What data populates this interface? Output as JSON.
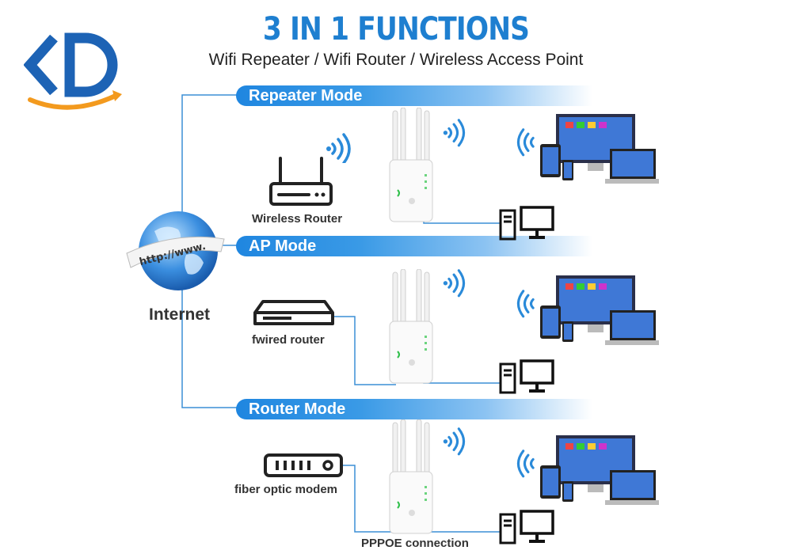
{
  "header": {
    "title": "3 IN 1 FUNCTIONS",
    "subtitle": "Wifi Repeater / Wifi Router / Wireless Access Point"
  },
  "globe": {
    "url_text": "http://www.",
    "label": "Internet"
  },
  "modes": [
    {
      "name": "Repeater Mode",
      "source_label": "Wireless Router"
    },
    {
      "name": "AP Mode",
      "source_label": "fwired router"
    },
    {
      "name": "Router Mode",
      "source_label": "fiber optic modem",
      "connection_label": "PPPOE connection"
    }
  ],
  "colors": {
    "accent": "#1e7fd0",
    "logo_orange": "#f39a1e",
    "line": "#2c8bd8"
  }
}
